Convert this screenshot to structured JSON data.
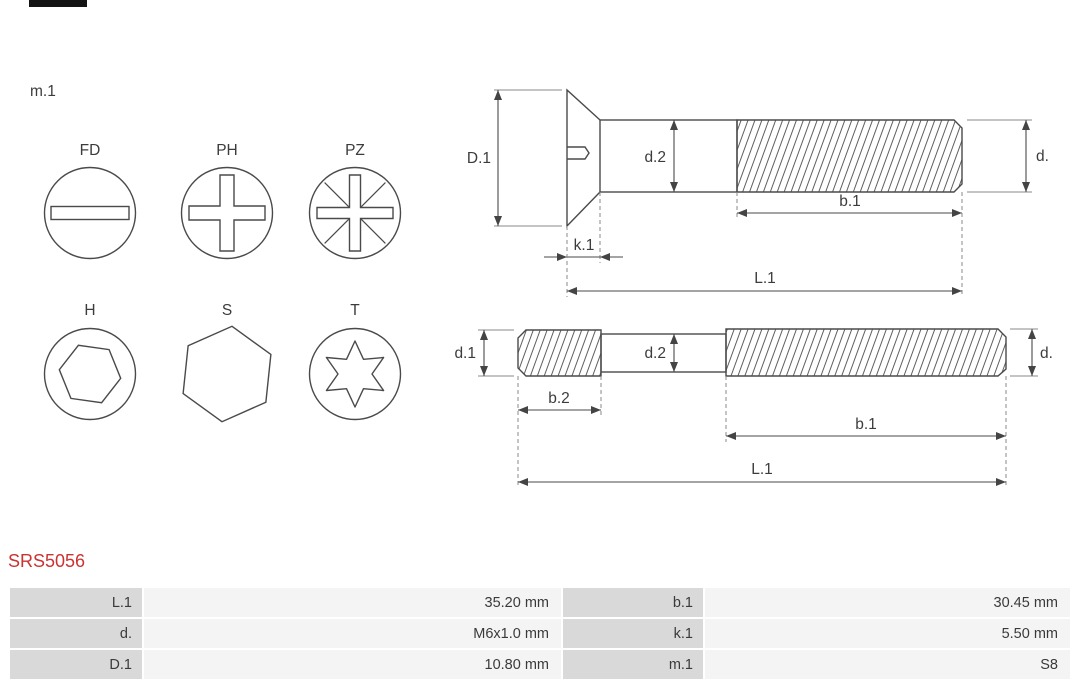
{
  "page": {
    "part_number": "SRS5056",
    "m1_label": "m.1"
  },
  "drive_types": [
    {
      "code": "FD"
    },
    {
      "code": "PH"
    },
    {
      "code": "PZ"
    },
    {
      "code": "H"
    },
    {
      "code": "S"
    },
    {
      "code": "T"
    }
  ],
  "countersunk_screw": {
    "dims": {
      "D1": "D.1",
      "d2": "d.2",
      "d": "d.",
      "b1": "b.1",
      "k1": "k.1",
      "L1": "L.1"
    }
  },
  "stud": {
    "dims": {
      "d1": "d.1",
      "d2": "d.2",
      "d": "d.",
      "b2": "b.2",
      "b1": "b.1",
      "L1": "L.1"
    }
  },
  "spec_table": {
    "rows": [
      [
        {
          "label": "L.1",
          "value": "35.20 mm"
        },
        {
          "label": "b.1",
          "value": "30.45 mm"
        }
      ],
      [
        {
          "label": "d.",
          "value": "M6x1.0 mm"
        },
        {
          "label": "k.1",
          "value": "5.50 mm"
        }
      ],
      [
        {
          "label": "D.1",
          "value": "10.80 mm"
        },
        {
          "label": "m.1",
          "value": "S8"
        }
      ]
    ]
  },
  "colors": {
    "part_number_red": "#cb3232",
    "table_label_bg": "#d9d9d9",
    "table_value_bg": "#f4f4f4",
    "line_color": "#4a4a4a"
  }
}
